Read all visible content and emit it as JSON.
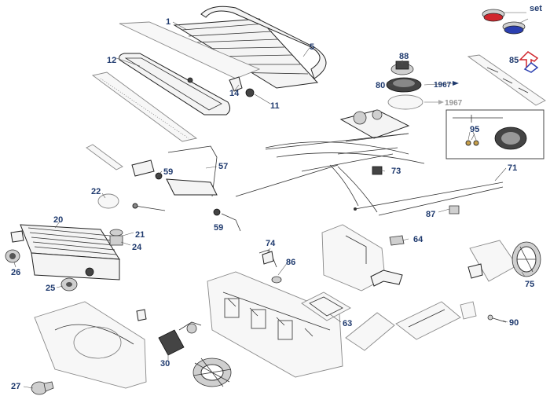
{
  "diagram": {
    "callouts": {
      "p1": "1",
      "p5": "5",
      "p12": "12",
      "p14": "14",
      "p11": "11",
      "p88": "88",
      "p80": "80",
      "y1967a": "1967",
      "y1967b": "1967",
      "p85": "85",
      "set": "set",
      "p95": "95",
      "p71": "71",
      "p73": "73",
      "p87": "87",
      "p57": "57",
      "p59a": "59",
      "p59b": "59",
      "p22": "22",
      "p20": "20",
      "p21": "21",
      "p24": "24",
      "p26": "26",
      "p25": "25",
      "p74": "74",
      "p86": "86",
      "p64": "64",
      "p63": "63",
      "p75": "75",
      "p90": "90",
      "p30": "30",
      "p27": "27"
    },
    "colors": {
      "callout": "#1f3a6e",
      "callout_grey": "#9a9a9a",
      "accent_red": "#d0262d",
      "accent_blue": "#2b3fb0"
    }
  }
}
